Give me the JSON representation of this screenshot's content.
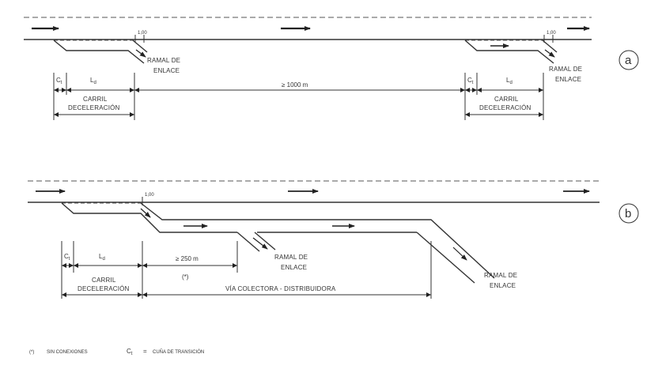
{
  "diagram_a": {
    "tag": "a",
    "offset_near": "1,00",
    "offset_far": "1,00",
    "ramal_1": [
      "RAMAL DE",
      "ENLACE"
    ],
    "ramal_2": [
      "RAMAL DE",
      "ENLACE"
    ],
    "ct_1": "C",
    "ct_1_sub": "t",
    "ld_1": "L",
    "ld_1_sub": "d",
    "ct_2": "C",
    "ct_2_sub": "t",
    "ld_2": "L",
    "ld_2_sub": "d",
    "spacing": "≥ 1000 m",
    "carril_1": [
      "CARRIL",
      "DECELERACIÓN"
    ],
    "carril_2": [
      "CARRIL",
      "DECELERACIÓN"
    ]
  },
  "diagram_b": {
    "tag": "b",
    "offset": "1,00",
    "ramal_1": [
      "RAMAL DE",
      "ENLACE"
    ],
    "ramal_2": [
      "RAMAL DE",
      "ENLACE"
    ],
    "ct": "C",
    "ct_sub": "t",
    "ld": "L",
    "ld_sub": "d",
    "spacing": "≥ 250 m",
    "spacing_note": "(*)",
    "carril": [
      "CARRIL",
      "DECELERACIÓN"
    ],
    "collector": "VÍA COLECTORA -  DISTRIBUIDORA"
  },
  "legend": {
    "note_mark": "(*)",
    "note_text": "SIN CONEXIONES",
    "ct_symbol": "C",
    "ct_sub": "t",
    "ct_equals": "=",
    "ct_text": "CUÑA DE TRANSICIÓN"
  },
  "colors": {
    "line": "#333333",
    "dash": "#555555"
  }
}
